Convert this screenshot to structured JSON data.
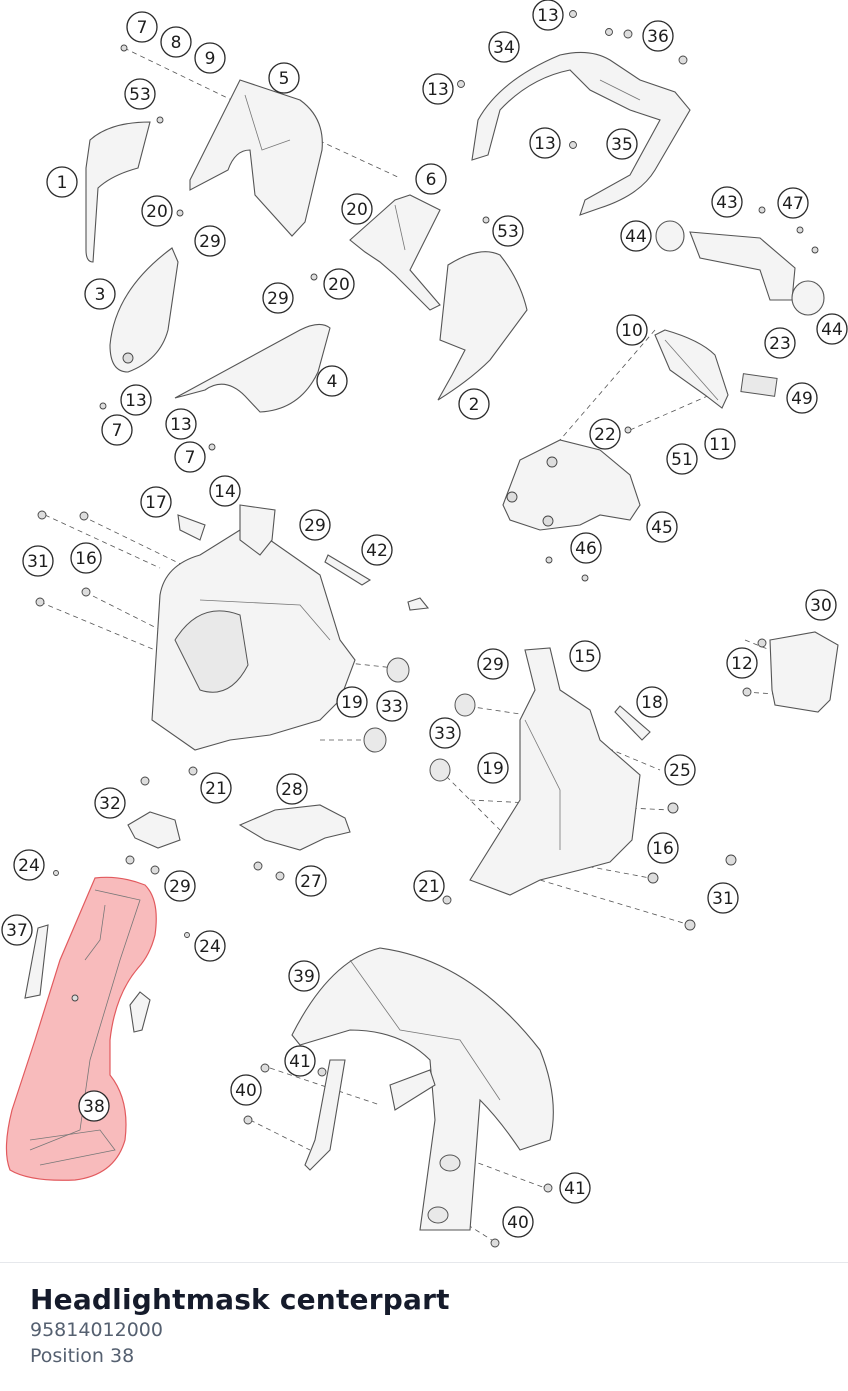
{
  "part": {
    "name": "Headlightmask centerpart",
    "number": "95814012000",
    "position": "Position 38"
  },
  "highlight_color": "#f0686b",
  "callouts": [
    {
      "id": "c1",
      "label": "1"
    },
    {
      "id": "c2",
      "label": "2"
    },
    {
      "id": "c3",
      "label": "3"
    },
    {
      "id": "c4",
      "label": "4"
    },
    {
      "id": "c5",
      "label": "5"
    },
    {
      "id": "c6",
      "label": "6"
    },
    {
      "id": "c7a",
      "label": "7"
    },
    {
      "id": "c7b",
      "label": "7"
    },
    {
      "id": "c7c",
      "label": "7"
    },
    {
      "id": "c8",
      "label": "8"
    },
    {
      "id": "c9",
      "label": "9"
    },
    {
      "id": "c10",
      "label": "10"
    },
    {
      "id": "c11",
      "label": "11"
    },
    {
      "id": "c12",
      "label": "12"
    },
    {
      "id": "c13a",
      "label": "13"
    },
    {
      "id": "c13b",
      "label": "13"
    },
    {
      "id": "c13c",
      "label": "13"
    },
    {
      "id": "c13d",
      "label": "13"
    },
    {
      "id": "c13e",
      "label": "13"
    },
    {
      "id": "c14",
      "label": "14"
    },
    {
      "id": "c15",
      "label": "15"
    },
    {
      "id": "c16a",
      "label": "16"
    },
    {
      "id": "c16b",
      "label": "16"
    },
    {
      "id": "c17",
      "label": "17"
    },
    {
      "id": "c18",
      "label": "18"
    },
    {
      "id": "c19a",
      "label": "19"
    },
    {
      "id": "c19b",
      "label": "19"
    },
    {
      "id": "c20a",
      "label": "20"
    },
    {
      "id": "c20b",
      "label": "20"
    },
    {
      "id": "c20c",
      "label": "20"
    },
    {
      "id": "c21a",
      "label": "21"
    },
    {
      "id": "c21b",
      "label": "21"
    },
    {
      "id": "c22",
      "label": "22"
    },
    {
      "id": "c23",
      "label": "23"
    },
    {
      "id": "c24a",
      "label": "24"
    },
    {
      "id": "c24b",
      "label": "24"
    },
    {
      "id": "c25",
      "label": "25"
    },
    {
      "id": "c27",
      "label": "27"
    },
    {
      "id": "c28",
      "label": "28"
    },
    {
      "id": "c29a",
      "label": "29"
    },
    {
      "id": "c29b",
      "label": "29"
    },
    {
      "id": "c29c",
      "label": "29"
    },
    {
      "id": "c29d",
      "label": "29"
    },
    {
      "id": "c29e",
      "label": "29"
    },
    {
      "id": "c30",
      "label": "30"
    },
    {
      "id": "c31a",
      "label": "31"
    },
    {
      "id": "c31b",
      "label": "31"
    },
    {
      "id": "c32",
      "label": "32"
    },
    {
      "id": "c33a",
      "label": "33"
    },
    {
      "id": "c33b",
      "label": "33"
    },
    {
      "id": "c34",
      "label": "34"
    },
    {
      "id": "c35",
      "label": "35"
    },
    {
      "id": "c36",
      "label": "36"
    },
    {
      "id": "c37",
      "label": "37"
    },
    {
      "id": "c38",
      "label": "38"
    },
    {
      "id": "c39",
      "label": "39"
    },
    {
      "id": "c40a",
      "label": "40"
    },
    {
      "id": "c40b",
      "label": "40"
    },
    {
      "id": "c41a",
      "label": "41"
    },
    {
      "id": "c41b",
      "label": "41"
    },
    {
      "id": "c42",
      "label": "42"
    },
    {
      "id": "c43",
      "label": "43"
    },
    {
      "id": "c44a",
      "label": "44"
    },
    {
      "id": "c44b",
      "label": "44"
    },
    {
      "id": "c45",
      "label": "45"
    },
    {
      "id": "c46",
      "label": "46"
    },
    {
      "id": "c47",
      "label": "47"
    },
    {
      "id": "c49",
      "label": "49"
    },
    {
      "id": "c51",
      "label": "51"
    },
    {
      "id": "c53a",
      "label": "53"
    },
    {
      "id": "c53b",
      "label": "53"
    }
  ]
}
